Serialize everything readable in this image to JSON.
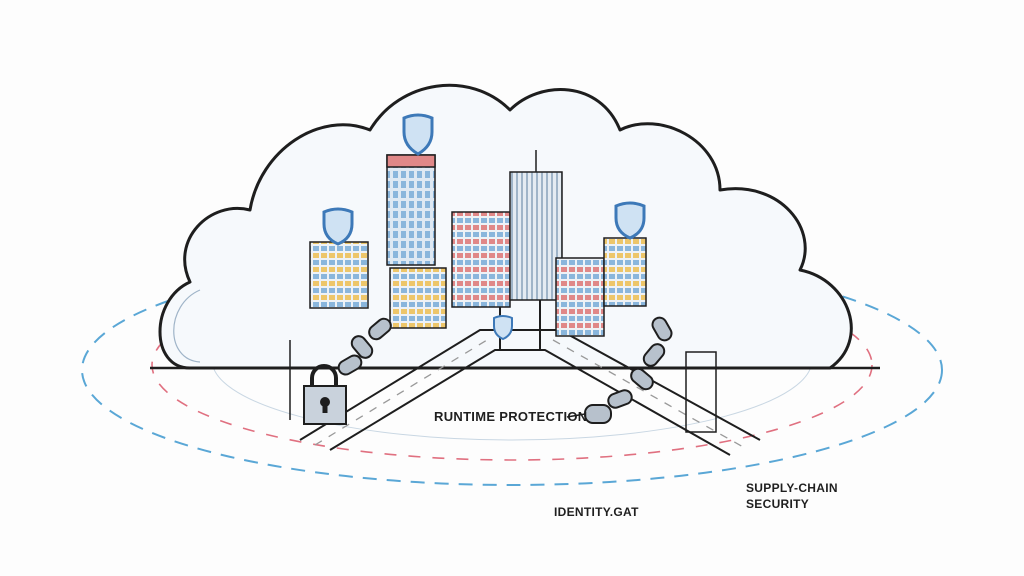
{
  "illustration": {
    "subject": "Sketch of a city inside a cloud protected by shields, locks and chains",
    "colors": {
      "outline": "#1e1e1e",
      "shield": "#3d79b8",
      "ring_blue": "#5aa7d6",
      "ring_red": "#e07080",
      "window_blue": "#8ab6dc",
      "window_yellow": "#edc66a",
      "window_red": "#e08888",
      "metal": "#b7c1cc"
    },
    "icons": [
      "cloud-outline",
      "shield-icon",
      "padlock-icon",
      "chain-icon",
      "building"
    ]
  },
  "labels": {
    "runtime": "RUNTIME PROTECTION",
    "supply_line1": "SUPPLY-CHAIN",
    "supply_line2": "SECURITY",
    "identity": "IDENTITY.GAT"
  }
}
